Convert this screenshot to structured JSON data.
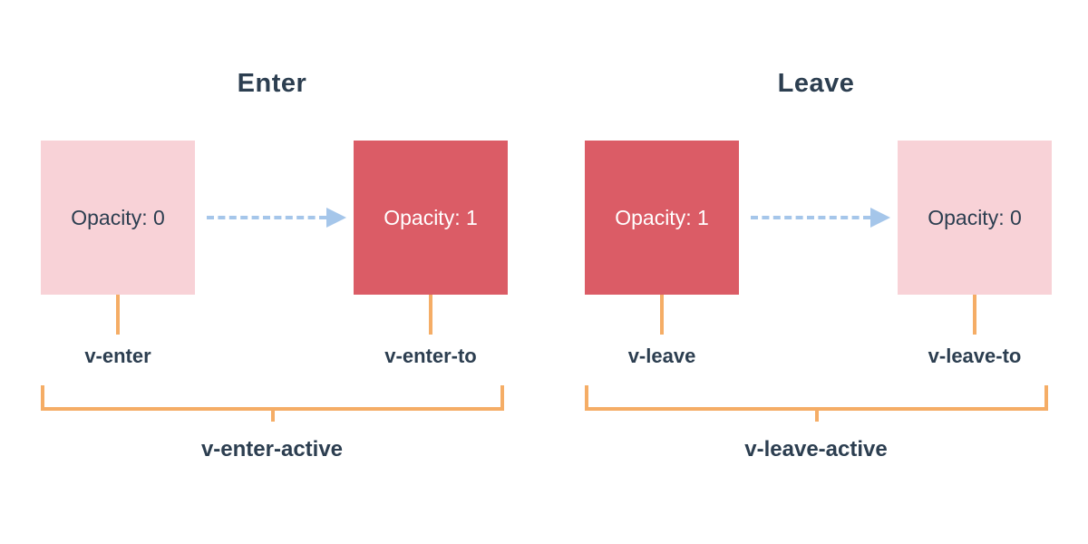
{
  "colors": {
    "red_box": "#db5c66",
    "pink_box": "#f8d2d7",
    "orange_line": "#f5ad66",
    "blue_arrow": "#a5c6ea",
    "text_dark": "#2c3e50"
  },
  "sections": [
    {
      "title": "Enter",
      "from_box": {
        "text": "Opacity: 0",
        "variant": "pink"
      },
      "to_box": {
        "text": "Opacity: 1",
        "variant": "red"
      },
      "from_label": "v-enter",
      "to_label": "v-enter-to",
      "active_label": "v-enter-active"
    },
    {
      "title": "Leave",
      "from_box": {
        "text": "Opacity: 1",
        "variant": "red"
      },
      "to_box": {
        "text": "Opacity: 0",
        "variant": "pink"
      },
      "from_label": "v-leave",
      "to_label": "v-leave-to",
      "active_label": "v-leave-active"
    }
  ]
}
